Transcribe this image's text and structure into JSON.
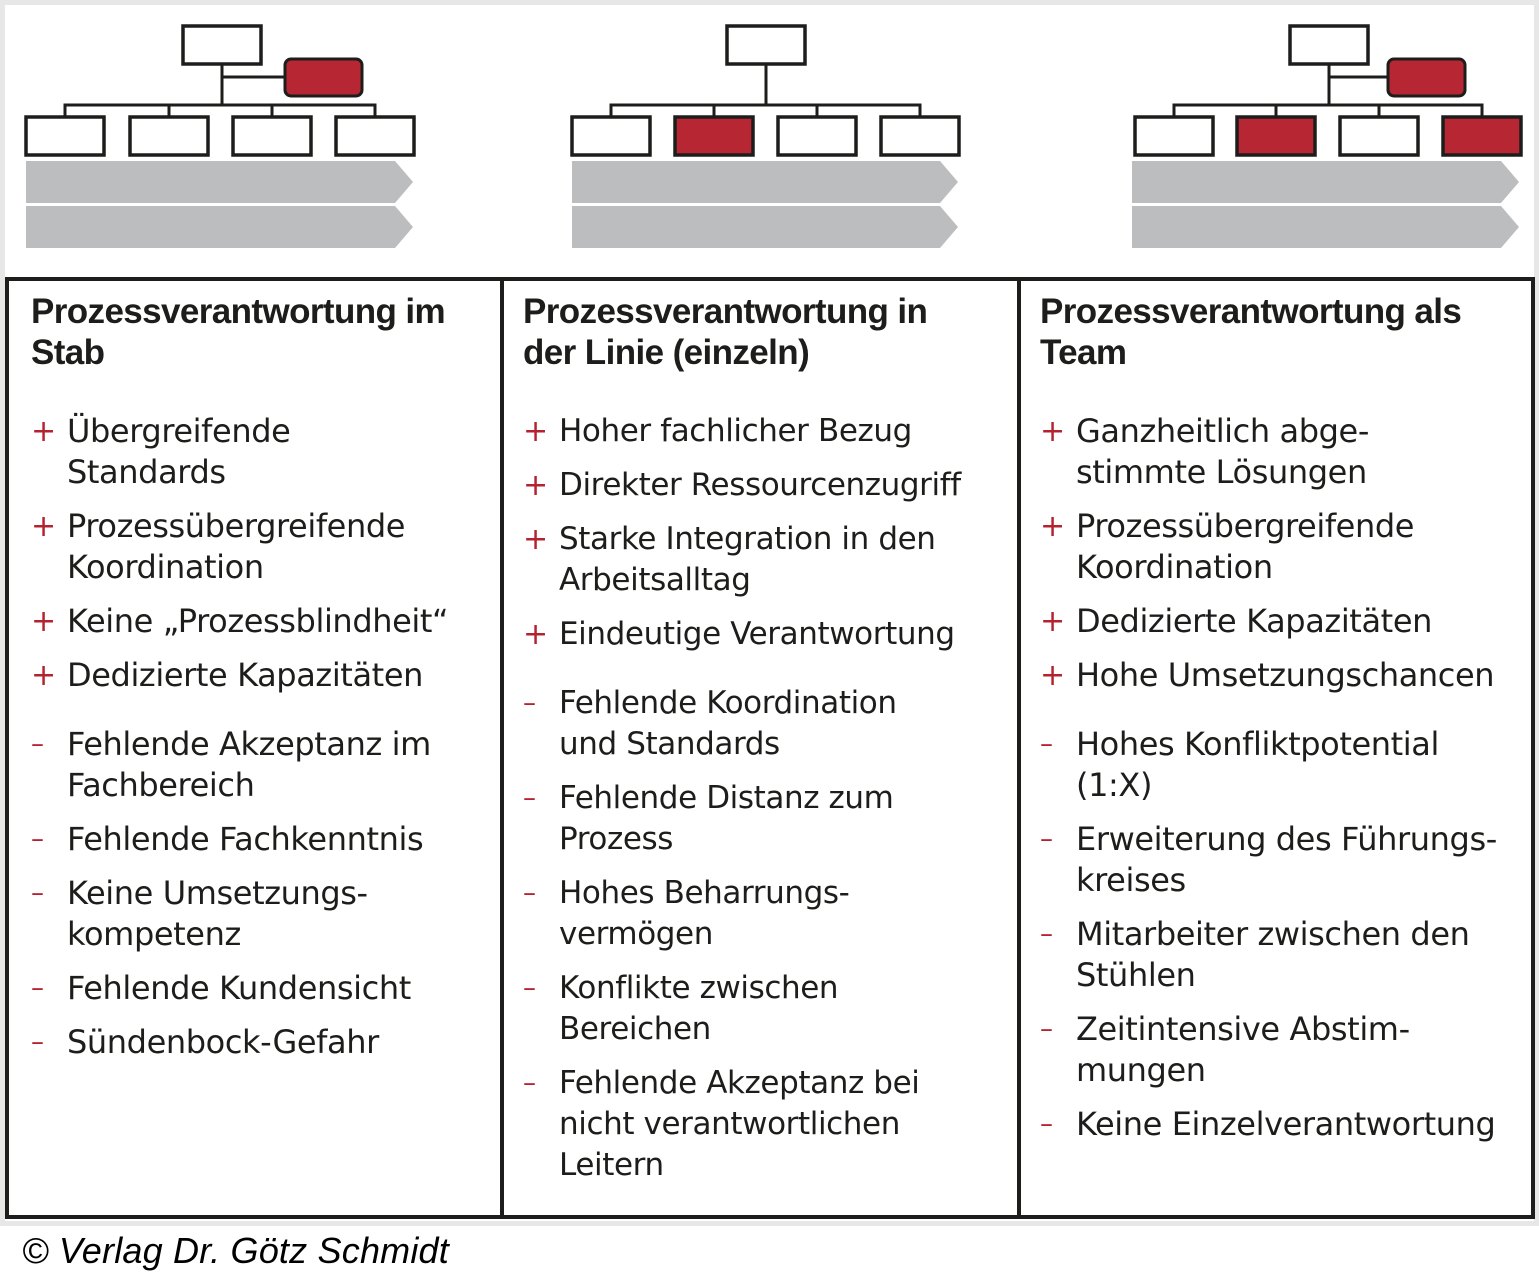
{
  "colors": {
    "accent_red": "#b72633",
    "arrow_gray": "#bcbdbf",
    "line_black": "#1d1d1b",
    "frame_gray": "#e6e7e6"
  },
  "diagrams": [
    {
      "name": "staff",
      "has_staff_unit": true,
      "staff_highlighted": true,
      "units_highlighted": [
        false,
        false,
        false,
        false
      ],
      "process_arrows": 2
    },
    {
      "name": "line-single",
      "has_staff_unit": false,
      "staff_highlighted": false,
      "units_highlighted": [
        false,
        true,
        false,
        false
      ],
      "process_arrows": 2
    },
    {
      "name": "team",
      "has_staff_unit": true,
      "staff_highlighted": true,
      "units_highlighted": [
        false,
        true,
        false,
        true
      ],
      "process_arrows": 2
    }
  ],
  "columns": [
    {
      "title_line1": "Prozessverantwortung im",
      "title_line2": "Stab",
      "pros": [
        [
          "Übergreifende",
          "Standards"
        ],
        [
          "Prozessübergreifende",
          "Koordination"
        ],
        [
          "Keine „Prozessblindheit“"
        ],
        [
          "Dedizierte Kapazitäten"
        ]
      ],
      "cons": [
        [
          "Fehlende Akzeptanz im",
          "Fachbereich"
        ],
        [
          "Fehlende Fachkenntnis"
        ],
        [
          "Keine Umsetzungs-",
          "kompetenz"
        ],
        [
          "Fehlende Kundensicht"
        ],
        [
          "Sündenbock-Gefahr"
        ]
      ]
    },
    {
      "title_line1": "Prozessverantwortung in",
      "title_line2": "der Linie (einzeln)",
      "pros": [
        [
          "Hoher fachlicher Bezug"
        ],
        [
          "Direkter Ressourcenzugriff"
        ],
        [
          "Starke Integration in den",
          "Arbeitsalltag"
        ],
        [
          "Eindeutige Verantwortung"
        ]
      ],
      "cons": [
        [
          "Fehlende Koordination",
          "und Standards"
        ],
        [
          "Fehlende Distanz zum",
          "Prozess"
        ],
        [
          "Hohes Beharrungs-",
          "vermögen"
        ],
        [
          "Konflikte zwischen",
          "Bereichen"
        ],
        [
          "Fehlende Akzeptanz bei",
          "nicht verantwortlichen",
          "Leitern"
        ]
      ]
    },
    {
      "title_line1": "Prozessverantwortung als",
      "title_line2": "Team",
      "pros": [
        [
          "Ganzheitlich abge-",
          "stimmte Lösungen"
        ],
        [
          "Prozessübergreifende",
          "Koordination"
        ],
        [
          "Dedizierte Kapazitäten"
        ],
        [
          "Hohe Umsetzungschancen"
        ]
      ],
      "cons": [
        [
          "Hohes Konfliktpotential",
          "(1:X)"
        ],
        [
          "Erweiterung des Führungs-",
          "kreises"
        ],
        [
          "Mitarbeiter zwischen den",
          "Stühlen"
        ],
        [
          "Zeitintensive Abstim-",
          "mungen"
        ],
        [
          "Keine Einzelverantwortung"
        ]
      ]
    }
  ],
  "signs": {
    "plus": "+",
    "minus": "–"
  },
  "copyright": "© Verlag Dr. Götz Schmidt"
}
